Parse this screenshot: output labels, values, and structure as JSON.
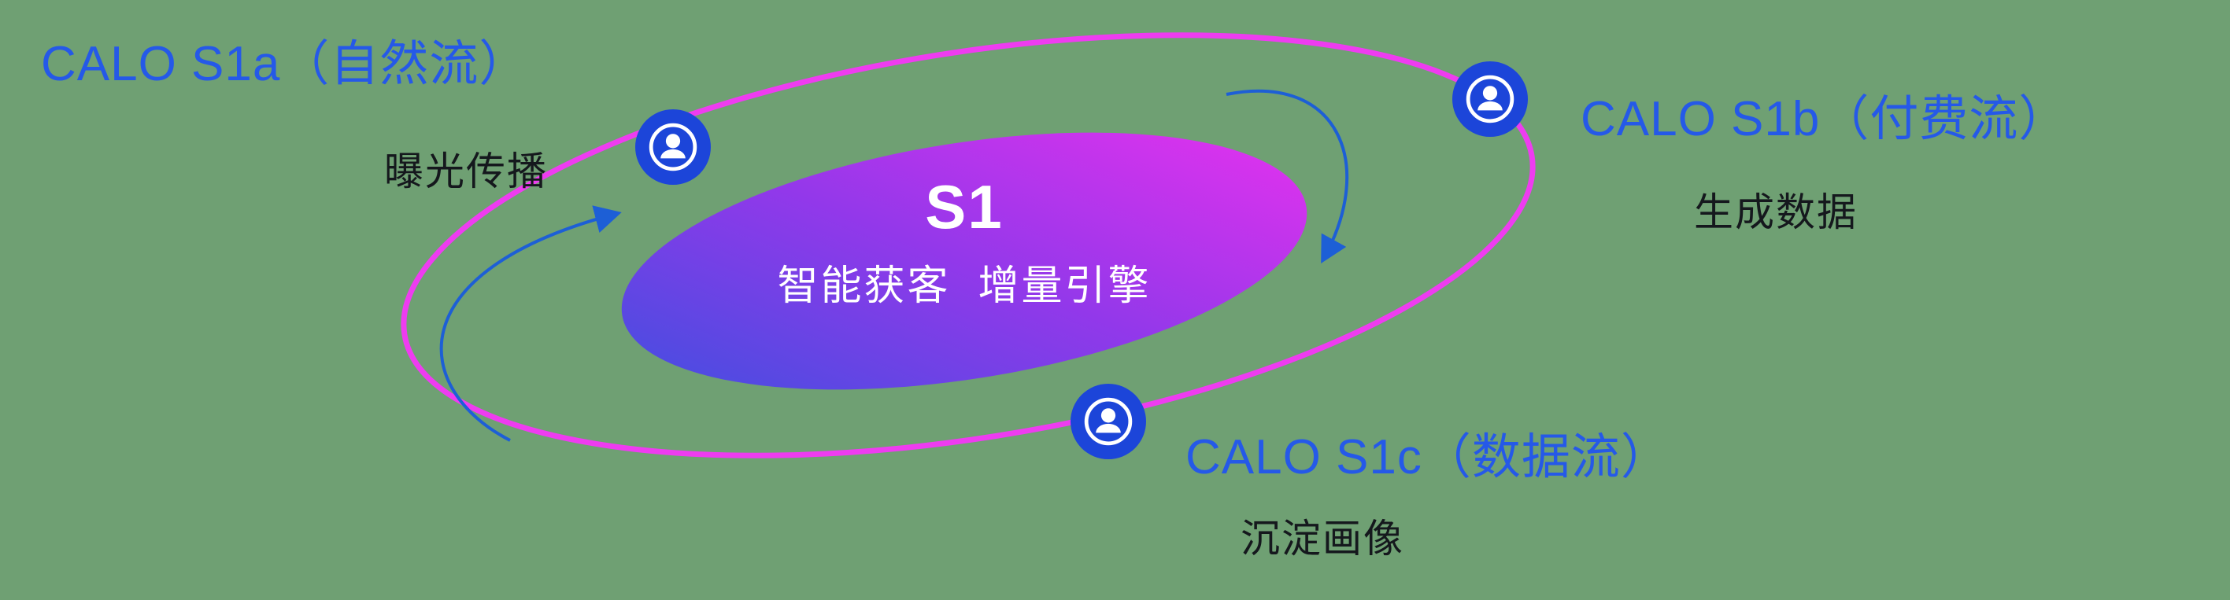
{
  "colors": {
    "background": "#6fa073",
    "ring": "#ee3cf0",
    "node-blue": "#1c45d9",
    "title-blue": "#2559e8",
    "label-dark": "#15181d",
    "arrow-blue": "#1d5fd6",
    "grad-start": "#474de0",
    "grad-mid": "#9338ea",
    "grad-end": "#e132ee",
    "center-text": "#ffffff"
  },
  "center": {
    "title": "S1",
    "subtitle": "智能获客  增量引擎"
  },
  "nodes": [
    {
      "title": "CALO S1a（自然流）",
      "subtitle": "曝光传播"
    },
    {
      "title": "CALO S1b（付费流）",
      "subtitle": "生成数据"
    },
    {
      "title": "CALO S1c（数据流）",
      "subtitle": "沉淀画像"
    }
  ]
}
